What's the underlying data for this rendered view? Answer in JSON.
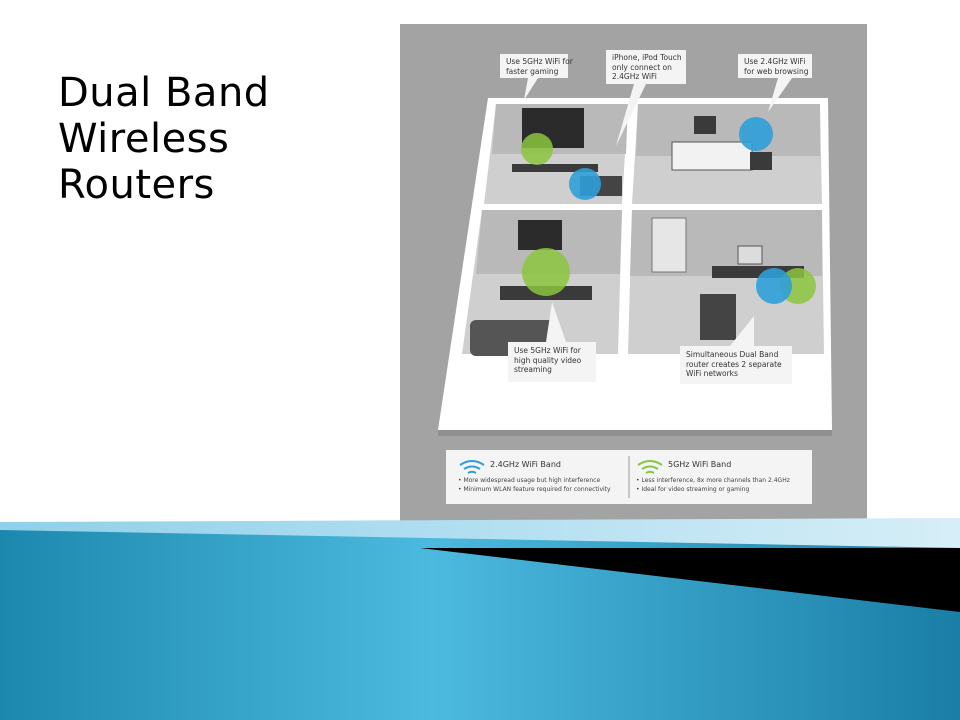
{
  "slide": {
    "title_lines": [
      "Dual Band",
      "Wireless",
      "Routers"
    ]
  },
  "callouts": {
    "gaming": [
      "Use 5GHz WiFi for",
      "faster gaming"
    ],
    "iphone": [
      "iPhone, iPod Touch",
      "only connect on",
      "2.4GHz WiFi"
    ],
    "web": [
      "Use 2.4GHz WiFi",
      "for web browsing"
    ],
    "video": [
      "Use 5GHz WiFi for",
      "high quality video",
      "streaming"
    ],
    "dual": [
      "Simultaneous Dual Band",
      "router creates 2 separate",
      "WiFi networks"
    ]
  },
  "legend": {
    "band_24": {
      "title": "2.4GHz WiFi Band",
      "items": [
        "More widespread usage but high interference",
        "Minimum WLAN feature required for connectivity"
      ]
    },
    "band_5": {
      "title": "5GHz WiFi Band",
      "items": [
        "Less interference, 8x more channels than 2.4GHz",
        "Ideal for video streaming or gaming"
      ]
    }
  },
  "colors": {
    "band_24": "#2f9fd8",
    "band_5": "#8cc63f",
    "figure_background": "#a3a3a3",
    "footer_blue": "#1f8fb5"
  },
  "icons": [
    "wifi-24ghz-icon",
    "wifi-5ghz-icon"
  ]
}
